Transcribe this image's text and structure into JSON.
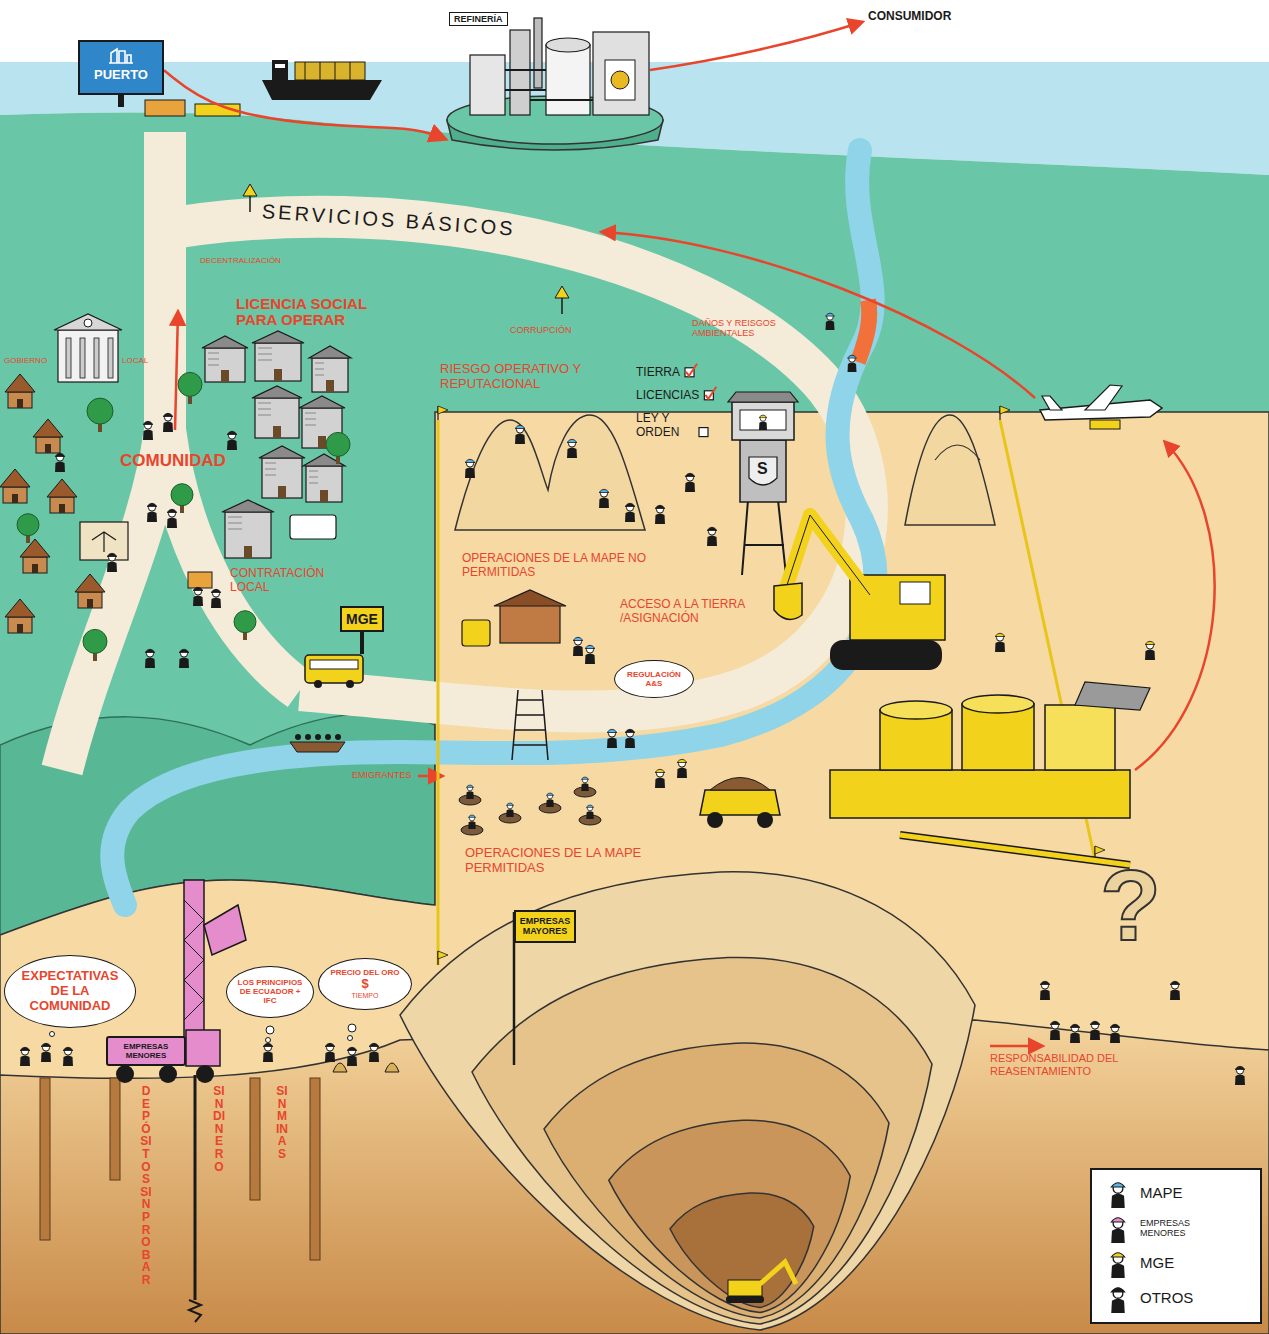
{
  "diagram": {
    "nodes": [
      {
        "text": [
          "PUERTO"
        ]
      },
      {
        "text": [
          "REFINERÍA"
        ]
      },
      {
        "text": [
          "MGE"
        ]
      },
      {
        "text": [
          "REGULACIÓN A&S"
        ]
      },
      {
        "text": [
          "EXPECTATIVAS DE LA COMUNIDAD"
        ]
      },
      {
        "text": [
          "LOS PRINCIPIOS DE ECUADOR + IFC"
        ]
      },
      {
        "text": [
          "PRECIO DEL ORO",
          "$",
          "TIEMPO"
        ]
      },
      {
        "text": [
          "EMPRESAS MENORES"
        ]
      },
      {
        "text": [
          "EMPRESAS MAYORES"
        ]
      }
    ],
    "edges": [
      {
        "from": 0,
        "to": 1,
        "arrow": "to"
      }
    ],
    "labels": [
      "CONSUMIDOR",
      "SERVICIOS BÁSICOS",
      "DECENTRALIZACIÓN",
      "GOBIERNO",
      "LOCAL",
      "LICENCIA SOCIAL PARA OPERAR",
      "CORRUPCIÓN",
      "DAÑOS Y REISGOS AMBIENTALES",
      "TIERRA",
      "LICENCIAS",
      "LEY Y ORDEN",
      "RIESGO OPERATIVO Y REPUTACIONAL",
      "COMUNIDAD",
      "S",
      "OPERACIONES DE LA MAPE NO PERMITIDAS",
      "ACCESO A LA TIERRA /ASIGNACIÓN",
      "CONTRATACIÓN LOCAL",
      "EMIGRANTES",
      "OPERACIONES DE LA MAPE PERMITIDAS",
      "?",
      "RESPONSABILIDAD DEL REASENTAMIENTO",
      "DEPÓSITOS SIN PROBAR",
      "SIN DINERO",
      "SIN MINAS"
    ],
    "legend": [
      {
        "text": "MAPE",
        "color": "#5ab4e5"
      },
      {
        "text": "EMPRESAS MENORES",
        "color": "#e58ccd"
      },
      {
        "text": "MGE",
        "color": "#f2d21b"
      },
      {
        "text": "OTROS",
        "color": "#1a1a1a"
      }
    ]
  }
}
